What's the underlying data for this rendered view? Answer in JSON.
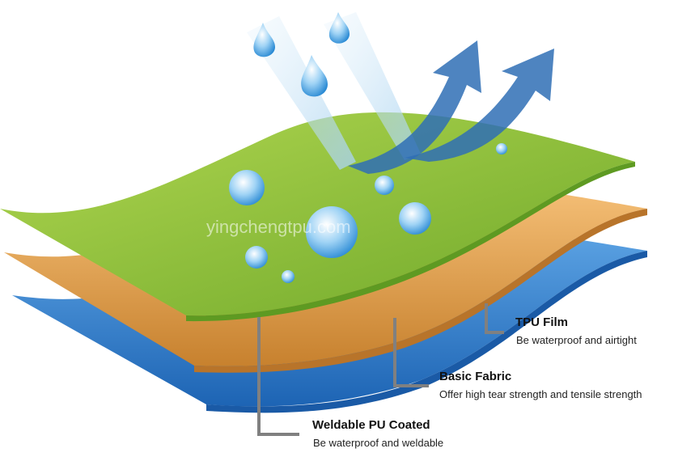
{
  "watermark": "yingchengtpu.com",
  "layers": [
    {
      "title": "TPU Film",
      "description": "Be waterproof and airtight",
      "color": "#2a78c8"
    },
    {
      "title": "Basic Fabric",
      "description": "Offer high tear strength and tensile strength",
      "color": "#e8a04a"
    },
    {
      "title": "Weldable PU Coated",
      "description": "Be waterproof and weldable",
      "color": "#8cc13c"
    }
  ],
  "icons": [
    "water-drop-icon",
    "incoming-arrow-icon",
    "outgoing-arrow-icon"
  ]
}
